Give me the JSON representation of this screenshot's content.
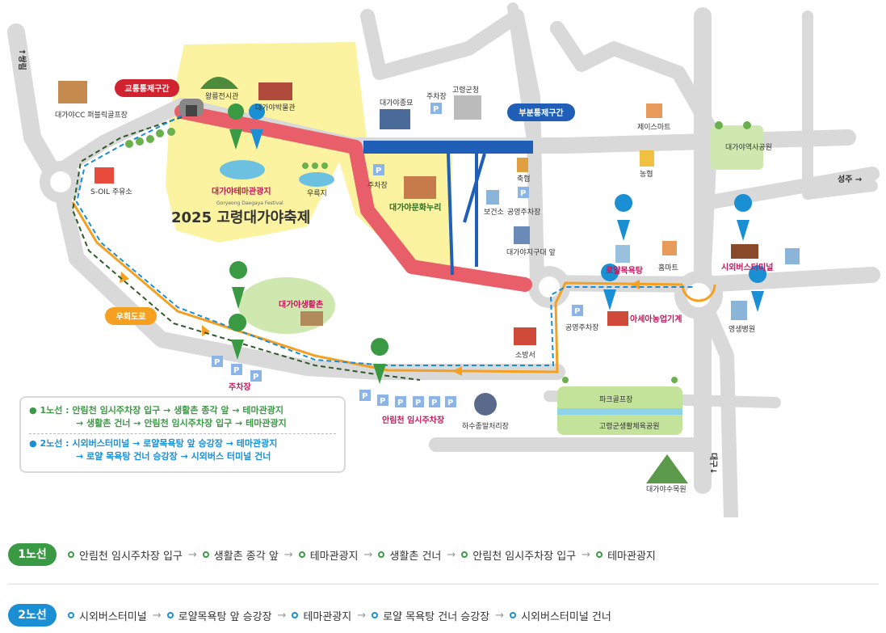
{
  "map": {
    "directions": {
      "north": "↑쌍림",
      "east": "성주 →",
      "south": "대구↓"
    },
    "festival": {
      "title": "2025 고령대가야축제",
      "subtitle": "Goryeong Daegaya Festival",
      "theme_park": "대가야테마관광지",
      "culture_center": "대가야문화누리"
    },
    "control_labels": {
      "traffic_control": "교통통제구간",
      "partial_control": "부분통제구간",
      "detour": "우회도로"
    },
    "places": {
      "golf": "대가야CC 퍼블릭골프장",
      "royal_tomb": "왕릉전시관",
      "museum": "대가야박물관",
      "jongmyo": "대가야종묘",
      "parking_top": "주차장",
      "county_office": "고령군청",
      "jeis_mart": "제이스마트",
      "history_park": "대가야역사공원",
      "nonghyup": "농협",
      "gas_station": "S-OIL 주유소",
      "pond": "우륵지",
      "parking_mid": "주차장",
      "chukhyeop": "축협",
      "health_center": "보건소",
      "public_parking": "공영주차장",
      "police": "대가야지구대 앞",
      "royal_bath": "로얄목욕탕",
      "homemart": "홈마트",
      "bus_terminal": "시외버스터미널",
      "village": "대가야생활촌",
      "public_parking2": "공영주차장",
      "asia_farm": "아세아농업기계",
      "fire_station": "소방서",
      "hospital": "영생병원",
      "parking_left": "주차장",
      "anrimcheon_parking": "안림천 임시주차장",
      "sewage": "하수종말처리장",
      "park_golf": "파크골프장",
      "sports_park": "고령군생활체육공원",
      "arboretum": "대가야수목원"
    }
  },
  "legend_box": {
    "line1_a": "1노선 : 안림천 임시주차장 입구 → 생활촌 종각 앞 → 테마관광지",
    "line1_b": "→ 생활촌 건너 → 안림천 임시주차장 입구 → 테마관광지",
    "line2_a": "2노선 : 시외버스터미널 → 로얄목욕탕 앞 승강장 → 테마관광지",
    "line2_b": "→ 로얄 목욕탕 건너 승강장 → 시외버스 터미널 건너"
  },
  "routes": [
    {
      "badge": "1노선",
      "color": "#3a9a43",
      "stops": [
        "안림천 임시주차장 입구",
        "생활촌 종각 앞",
        "테마관광지",
        "생활촌 건너",
        "안림천 임시주차장 입구",
        "테마관광지"
      ]
    },
    {
      "badge": "2노선",
      "color": "#1a8fd4",
      "stops": [
        "시외버스터미널",
        "로얄목욕탕 앞 승강장",
        "테마관광지",
        "로얄 목욕탕 건너 승강장",
        "시외버스터미널 건너"
      ]
    }
  ],
  "colors": {
    "road": "#d9d9d9",
    "festival_area": "#fbf3a0",
    "control_red": "#e85f6a",
    "control_blue": "#1f5fb8",
    "detour_orange": "#f5a020",
    "line1_green": "#3a9a43",
    "line2_blue": "#1a8fd4"
  }
}
